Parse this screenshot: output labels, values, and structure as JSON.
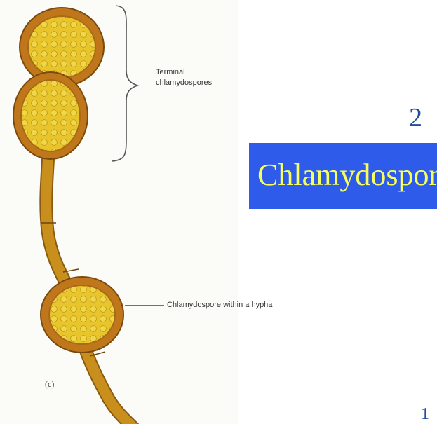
{
  "figure": {
    "label_terminal": [
      "Terminal",
      "chlamydospores"
    ],
    "label_within": "Chlamydospore within a hypha",
    "panel_label": "(c)"
  },
  "slide": {
    "number": "2",
    "title": "Chlamydospores",
    "page": "1"
  },
  "colors": {
    "hypha": "#c98f1c",
    "hypha_outline": "#8a5a10",
    "spore_wall": "#c0771c",
    "spore_fill": "#e8c52a",
    "banner": "#2f5bea",
    "title_text": "#f7ff5a",
    "accent_text": "#1f4e9e"
  }
}
